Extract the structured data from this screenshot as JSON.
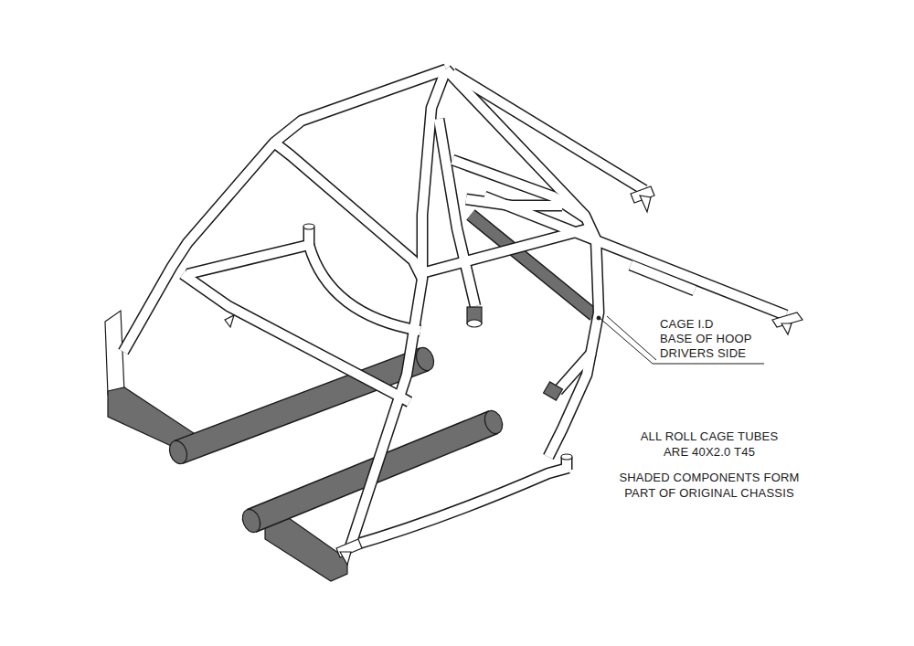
{
  "diagram": {
    "labels": [
      "CAGE I.D",
      "BASE OF HOOP",
      "DRIVERS SIDE",
      "ALL ROLL CAGE TUBES",
      "ARE 40X2.0 T45",
      "SHADED COMPONENTS FORM",
      "PART OF ORIGINAL CHASSIS"
    ]
  }
}
